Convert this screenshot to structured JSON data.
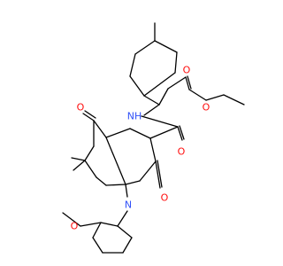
{
  "colors": {
    "bond": "#000000",
    "oxygen": "#ff0d0d",
    "nitrogen": "#3050f8",
    "background": "#ffffff"
  },
  "atoms": {
    "o_ketone": "O",
    "o_lactam": "O",
    "o_amide": "O",
    "o_ester_carbonyl": "O",
    "o_ester_ether": "O",
    "o_methoxy": "O",
    "n_amide": "NH",
    "n_ring": "N"
  }
}
